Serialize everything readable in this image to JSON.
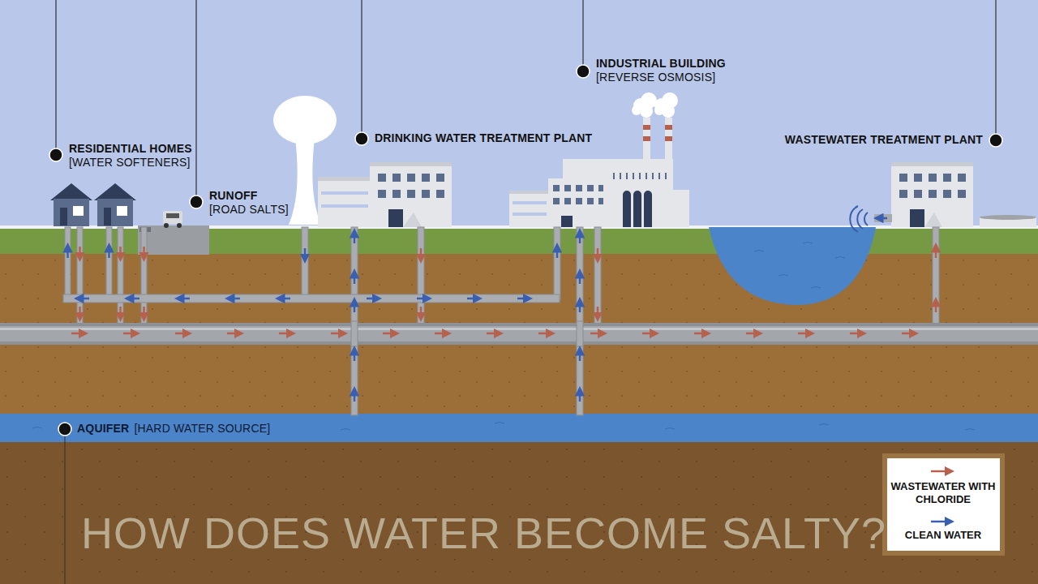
{
  "diagram": {
    "title": "HOW DOES WATER BECOME SALTY?",
    "labels": [
      "RESIDENTIAL HOMES",
      "[WATER SOFTENERS]",
      "RUNOFF",
      "[ROAD SALTS]",
      "DRINKING WATER TREATMENT PLANT",
      "INDUSTRIAL BUILDING",
      "[REVERSE OSMOSIS]",
      "WASTEWATER TREATMENT PLANT",
      "AQUIFER",
      "[HARD WATER SOURCE]"
    ],
    "legend": [
      {
        "text": "WASTEWATER WITH CHLORIDE"
      },
      {
        "text": "CLEAN WATER"
      }
    ]
  }
}
